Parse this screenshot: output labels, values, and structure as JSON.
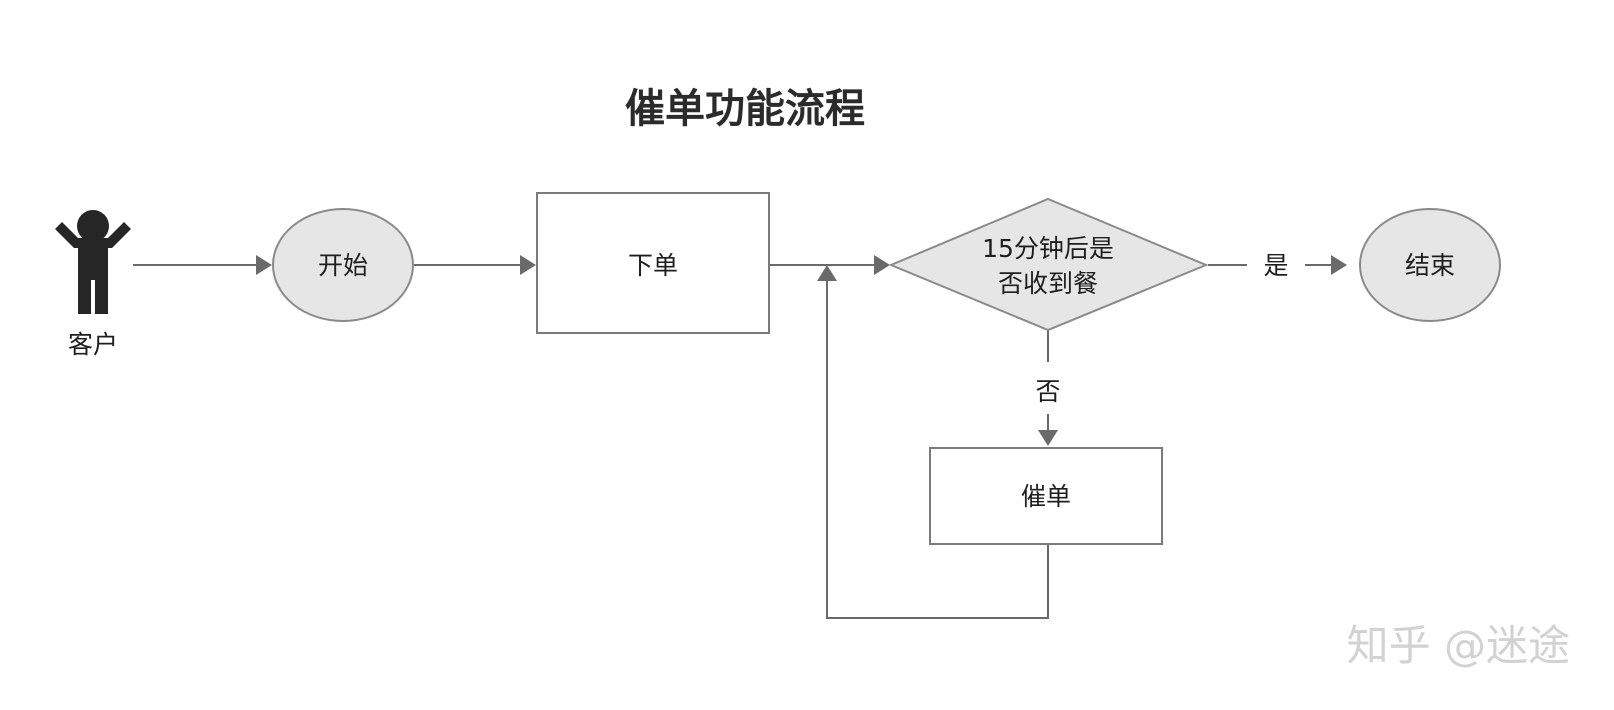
{
  "title": "催单功能流程",
  "actor": {
    "label": "客户",
    "icon": "person-icon"
  },
  "nodes": {
    "start": "开始",
    "order": "下单",
    "decision_line1": "15分钟后是",
    "decision_line2": "否收到餐",
    "urge": "催单",
    "end": "结束"
  },
  "edges": {
    "yes": "是",
    "no": "否"
  },
  "watermark": "知乎 @迷途",
  "colors": {
    "line": "#6a6a6a",
    "node_fill": "#e6e6e6",
    "text": "#1e1e1e"
  }
}
